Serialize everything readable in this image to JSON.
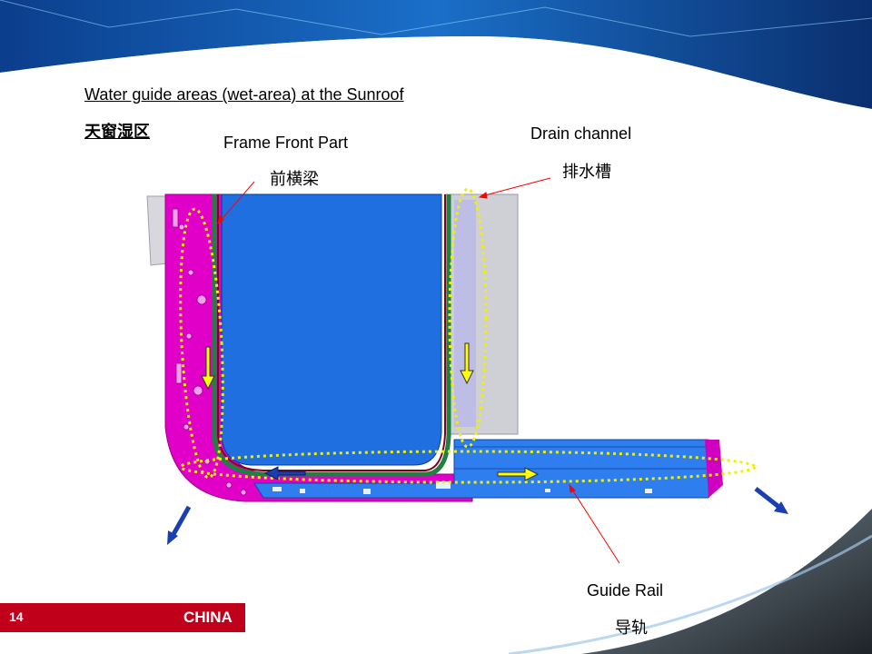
{
  "slide": {
    "title": "Water guide areas (wet-area) at the Sunroof",
    "title_cn": "天窗湿区"
  },
  "labels": {
    "frame_front_part": "Frame Front Part",
    "frame_front_part_cn": "前横梁",
    "drain_channel": "Drain channel",
    "drain_channel_cn": "排水槽",
    "guide_rail": "Guide Rail",
    "guide_rail_cn": "导轨"
  },
  "footer": {
    "page_number": "14",
    "brand": "CHINA"
  },
  "colors": {
    "frame": "#e000c8",
    "glass": "#1f6fe0",
    "rail": "#2f7ef0",
    "drain": "#c8c8d4",
    "flow_arrow": "#ffff00",
    "outflow_arrow": "#1a3fb0",
    "highlight_dotted": "#f0f000",
    "leader_line": "#ff0000",
    "footer_bar": "#c0001a"
  }
}
